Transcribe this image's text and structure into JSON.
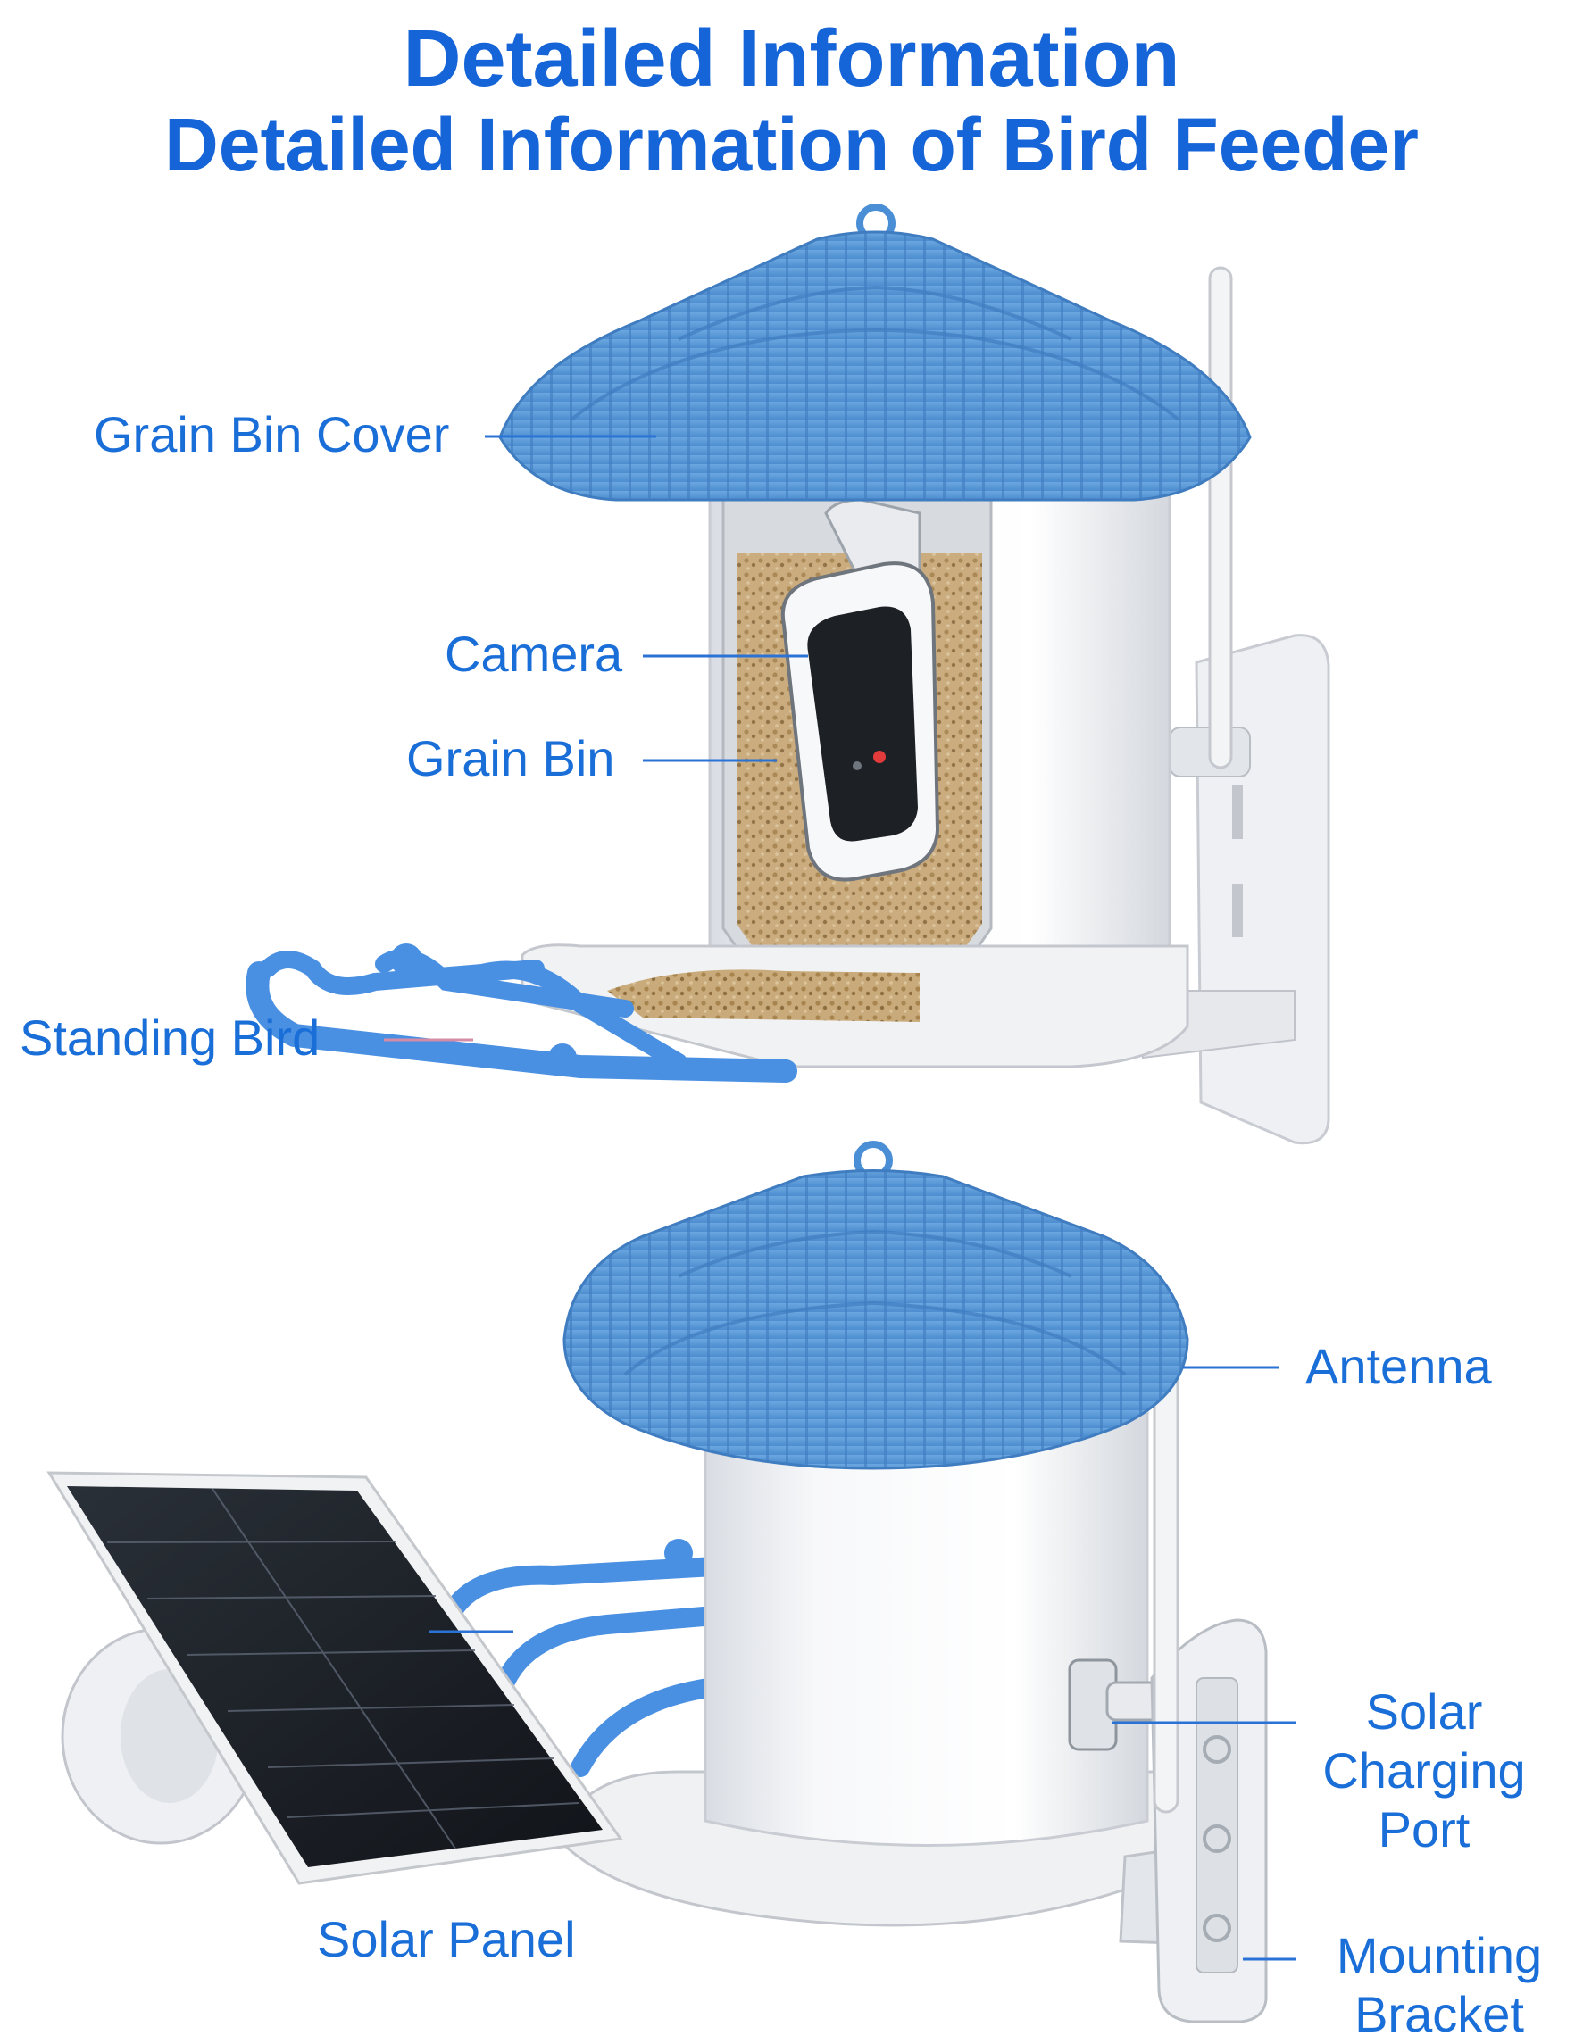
{
  "title": "Detailed Information",
  "subtitle": "Detailed Information of Bird Feeder",
  "labels": {
    "grain_bin_cover": "Grain Bin Cover",
    "camera": "Camera",
    "grain_bin": "Grain Bin",
    "standing_bird": "Standing Bird",
    "antenna": "Antenna",
    "solar_charging_port": [
      "Solar",
      "Charging",
      "Port"
    ],
    "solar_panel": "Solar Panel",
    "mounting_bracket": [
      "Mounting",
      "Bracket"
    ]
  },
  "colors": {
    "title": "#1565d8",
    "label": "#1a6ed8",
    "leader_line": "#2a72d6",
    "roof_blue": "#5b9bd8",
    "perch_blue": "#4a90e2",
    "body_white": "#f4f5f7",
    "solar_panel": "#1b1f26"
  }
}
